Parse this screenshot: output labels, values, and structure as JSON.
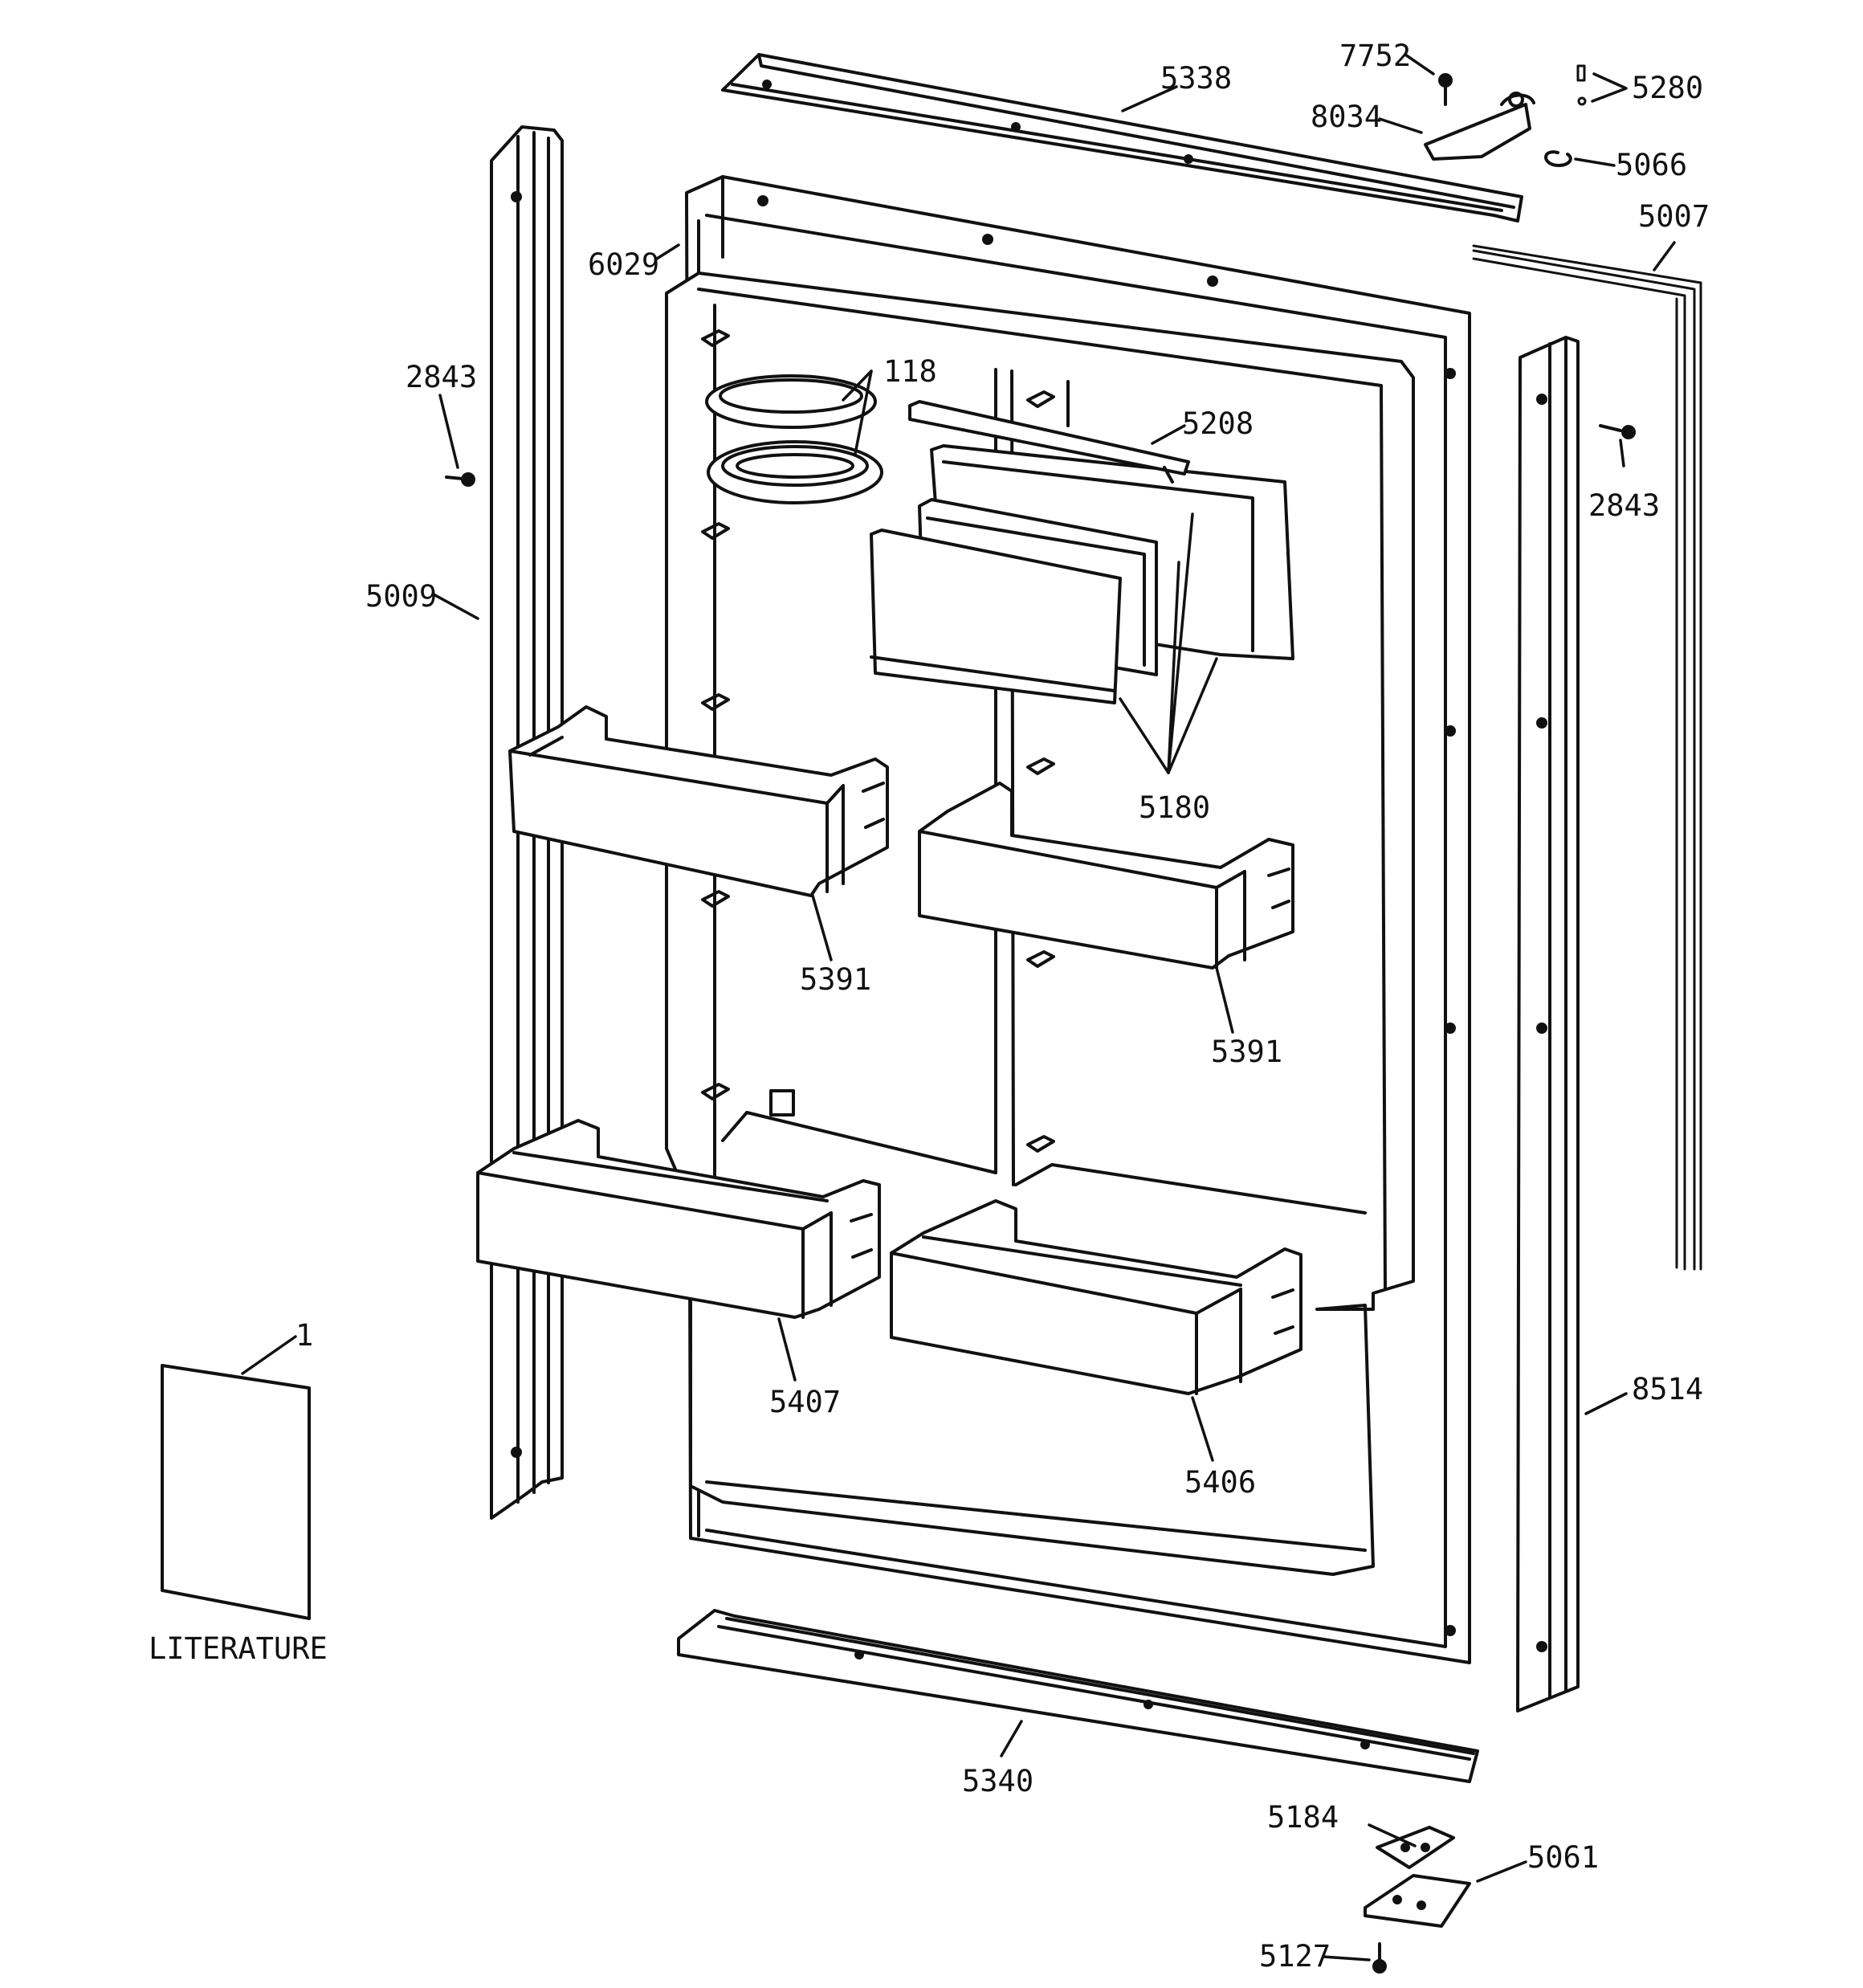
{
  "labels": {
    "p7752": "7752",
    "p5338": "5338",
    "p5280": "5280",
    "p8034": "8034",
    "p5066": "5066",
    "p5007": "5007",
    "p6029": "6029",
    "p2843_left": "2843",
    "p118": "118",
    "p5208": "5208",
    "p2843_right": "2843",
    "p5009": "5009",
    "p5180": "5180",
    "p5391_left": "5391",
    "p5391_right": "5391",
    "p1": "1",
    "p5407": "5407",
    "p8514": "8514",
    "p5406": "5406",
    "literature": "LITERATURE",
    "p5340": "5340",
    "p5184": "5184",
    "p5061": "5061",
    "p5127": "5127"
  },
  "colors": {
    "ink": "#111111",
    "paper": "#ffffff"
  }
}
